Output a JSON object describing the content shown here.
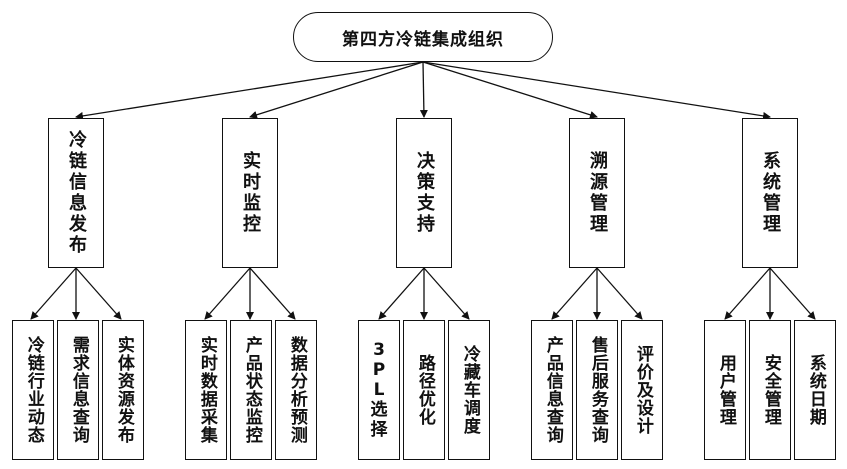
{
  "root": {
    "label": "第四方冷链集成组织"
  },
  "modules": [
    {
      "label": "冷链信息发布",
      "children": [
        "冷链行业动态",
        "需求信息查询",
        "实体资源发布"
      ]
    },
    {
      "label": "实时监控",
      "children": [
        "实时数据采集",
        "产品状态监控",
        "数据分析预测"
      ]
    },
    {
      "label": "决策支持",
      "children": [
        "3PL选择",
        "路径优化",
        "冷藏车调度"
      ]
    },
    {
      "label": "溯源管理",
      "children": [
        "产品信息查询",
        "售后服务查询",
        "评价及设计"
      ]
    },
    {
      "label": "系统管理",
      "children": [
        "用户管理",
        "安全管理",
        "系统日期"
      ]
    }
  ],
  "colors": {
    "stroke": "#111111",
    "background": "#ffffff"
  }
}
